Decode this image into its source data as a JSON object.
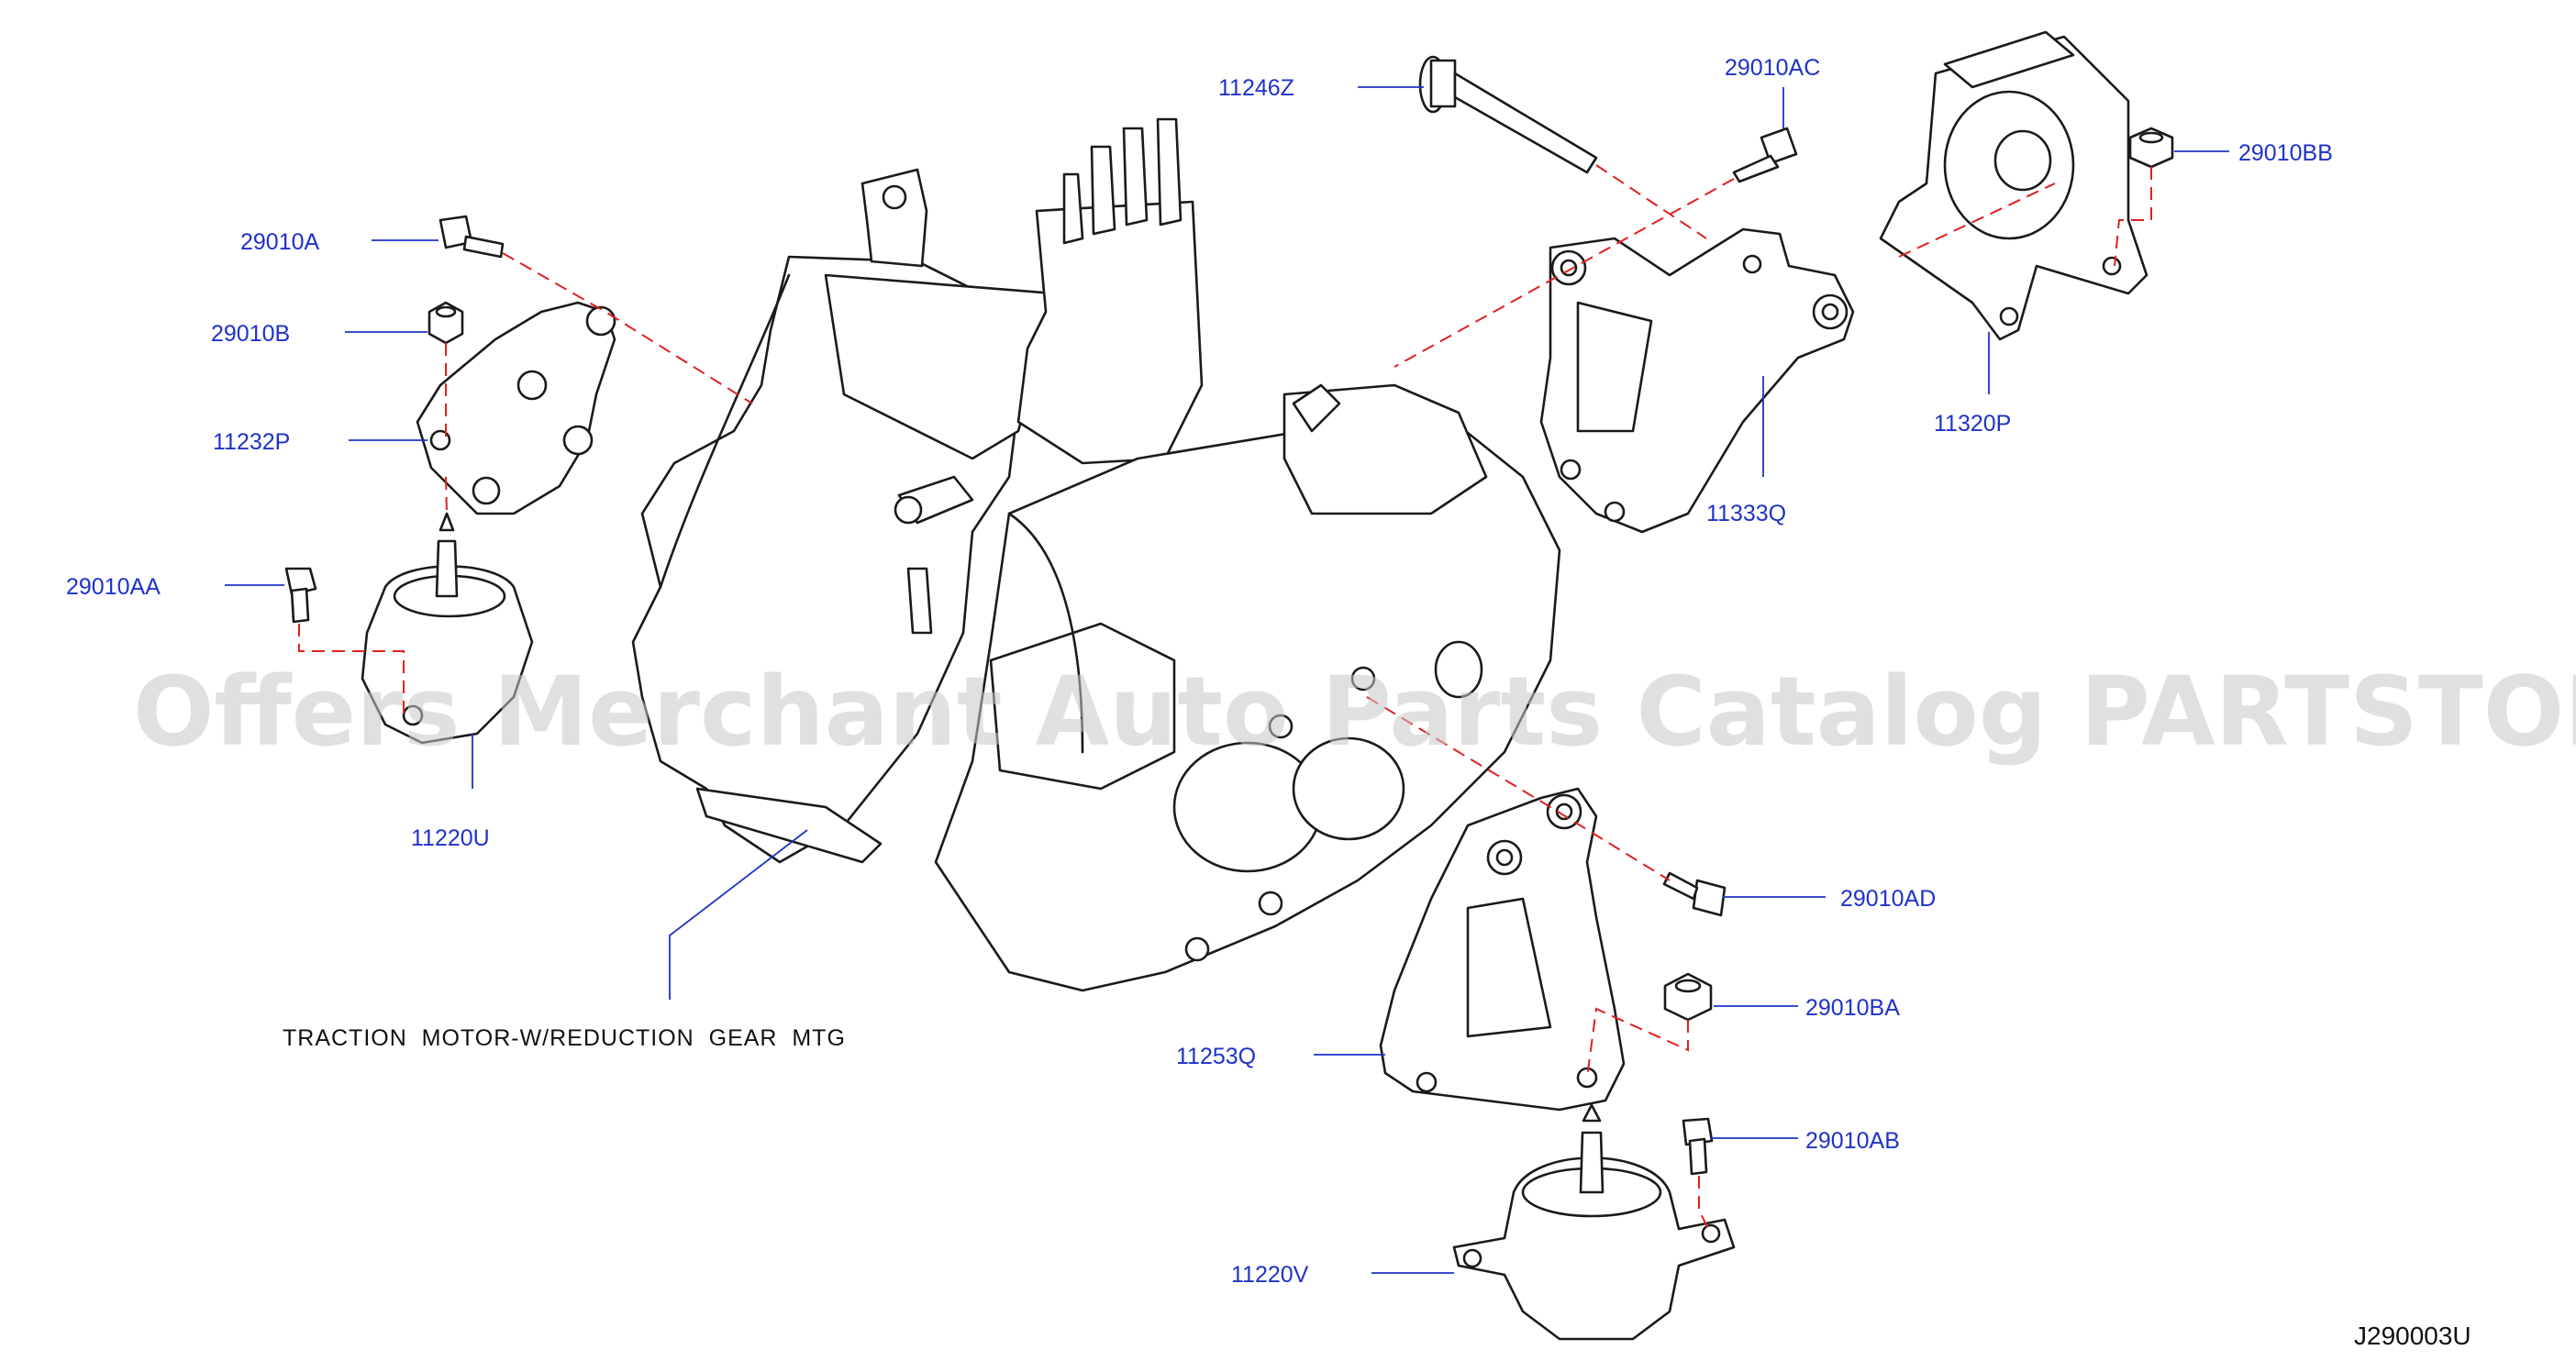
{
  "watermark": "Offers Merchant Auto Parts Catalog PARTSTORE.SA",
  "caption": "TRACTION  MOTOR-W/REDUCTION  GEAR  MTG",
  "drawing_number": "J290003U",
  "colors": {
    "label": "#1f32c8",
    "leader": "#1f32c8",
    "dash": "#e02020",
    "line": "#1a1a1a",
    "watermark": "#c8c8c8"
  },
  "parts": {
    "p_11246Z": "11246Z",
    "p_29010AC": "29010AC",
    "p_29010BB": "29010BB",
    "p_29010A": "29010A",
    "p_29010B": "29010B",
    "p_11232P": "11232P",
    "p_11320P": "11320P",
    "p_11333Q": "11333Q",
    "p_29010AA": "29010AA",
    "p_11220U": "11220U",
    "p_29010AD": "29010AD",
    "p_29010BA": "29010BA",
    "p_11253Q": "11253Q",
    "p_29010AB": "29010AB",
    "p_11220V": "11220V"
  }
}
